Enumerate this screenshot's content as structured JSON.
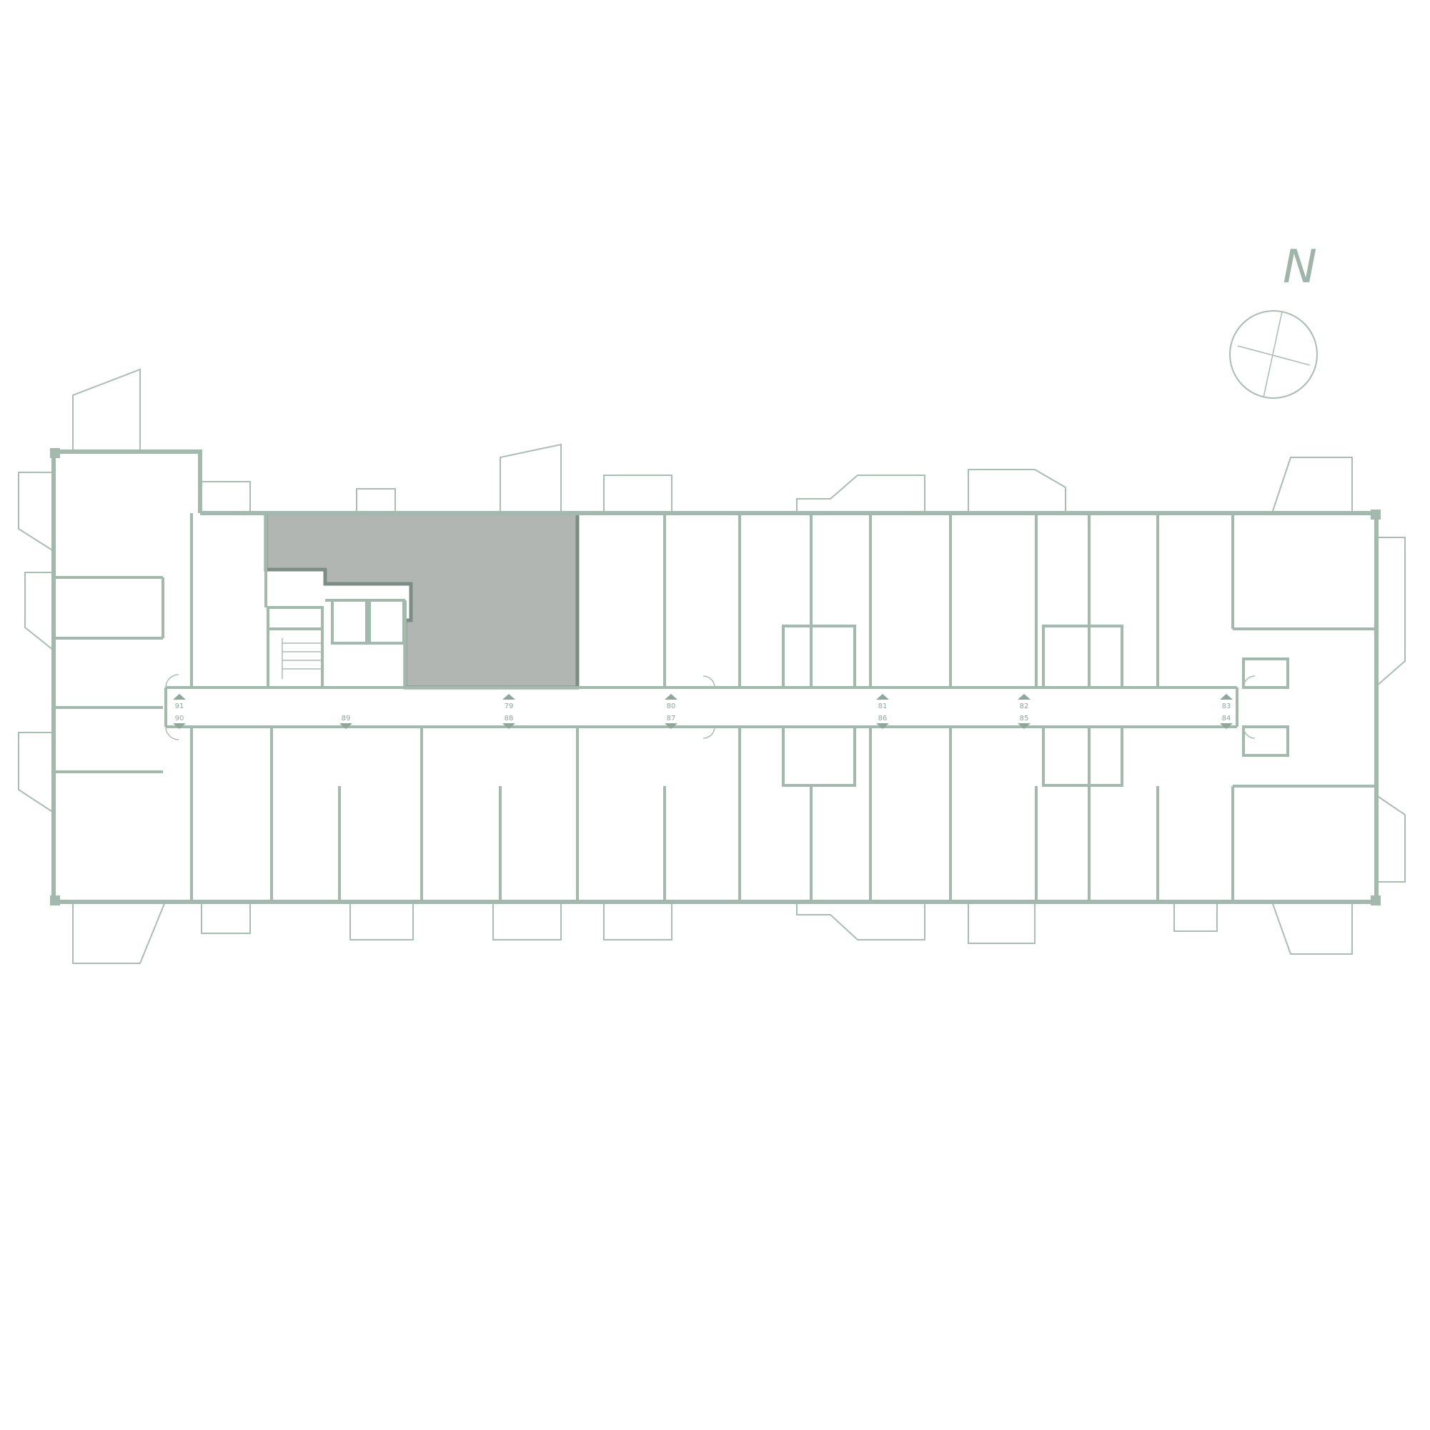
{
  "compass": {
    "label": "N",
    "icon": "north-compass-icon"
  },
  "colors": {
    "wall": "#a3b9ad",
    "highlight": "#b1b6b3",
    "highlight_outline": "#7c8d85",
    "label": "#8fa79b"
  },
  "north_units": [
    {
      "id": "u91",
      "num": "91"
    },
    {
      "id": "u79",
      "num": "79",
      "highlighted": true
    },
    {
      "id": "u80",
      "num": "80"
    },
    {
      "id": "u81",
      "num": "81"
    },
    {
      "id": "u82",
      "num": "82"
    },
    {
      "id": "u83",
      "num": "83"
    }
  ],
  "south_units": [
    {
      "id": "u90",
      "num": "90"
    },
    {
      "id": "u89",
      "num": "89"
    },
    {
      "id": "u88",
      "num": "88"
    },
    {
      "id": "u87",
      "num": "87"
    },
    {
      "id": "u86",
      "num": "86"
    },
    {
      "id": "u85",
      "num": "85"
    },
    {
      "id": "u84",
      "num": "84"
    }
  ]
}
